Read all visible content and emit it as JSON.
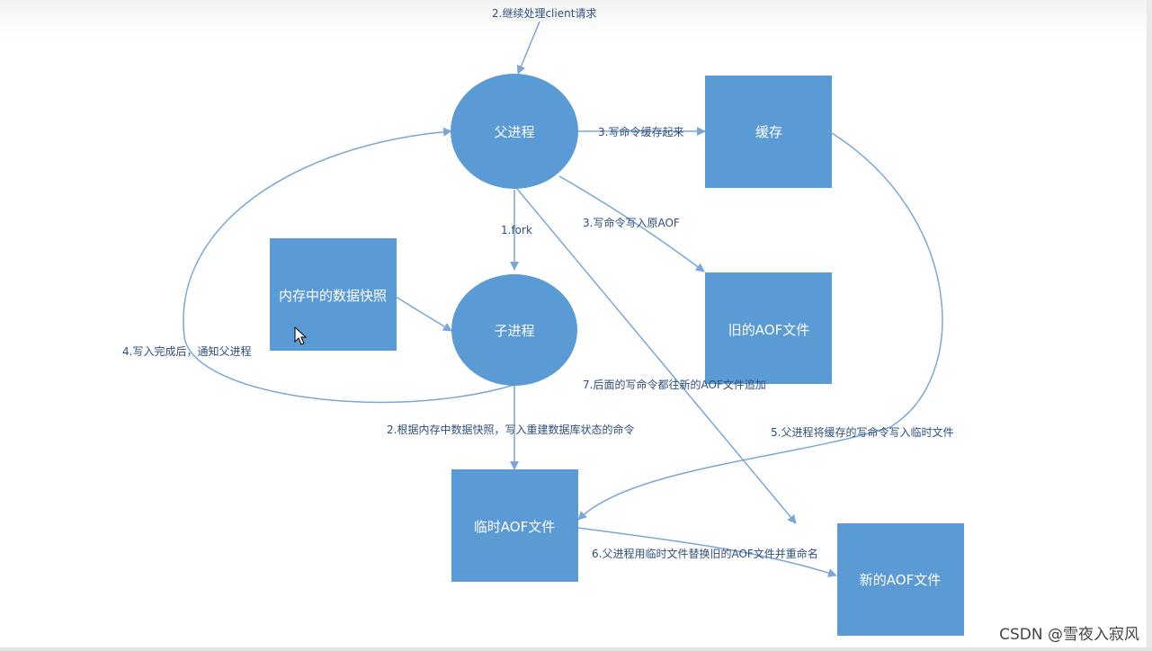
{
  "colors": {
    "node_fill": "#5b9bd5",
    "node_text": "#ffffff",
    "edge_line": "#7aa7d8",
    "edge_text": "#2f4f7f"
  },
  "nodes": {
    "parent_process": "父进程",
    "child_process": "子进程",
    "cache": "缓存",
    "memory_snapshot": "内存中的数据快照",
    "old_aof": "旧的AOF文件",
    "temp_aof": "临时AOF文件",
    "new_aof": "新的AOF文件"
  },
  "edges": {
    "handle_client": "2.继续处理client请求",
    "cache_commands": "3.写命令缓存起来",
    "write_old_aof": "3.写命令写入原AOF",
    "fork": "1.fork",
    "notify_parent": "4.写入完成后，通知父进程",
    "append_new_aof": "7.后面的写命令都往新的AOF文件追加",
    "write_temp_aof": "2.根据内存中数据快照，写入重建数据库状态的命令",
    "write_cache_to_temp": "5.父进程将缓存的写命令写入临时文件",
    "replace_rename": "6.父进程用临时文件替换旧的AOF文件并重命名"
  },
  "watermark": "CSDN @雪夜入寂风"
}
